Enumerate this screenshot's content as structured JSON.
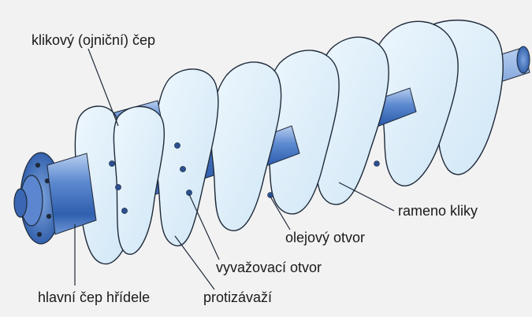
{
  "labels": {
    "crankpin": "klikový (ojniční) čep",
    "crank_arm": "rameno kliky",
    "oil_hole": "olejový otvor",
    "balance_hole": "vyvažovací otvor",
    "main_journal": "hlavní čep hřídele",
    "counterweight": "protizávaží"
  },
  "colors": {
    "background": "#f2f2f2",
    "web_face": "#dceefa",
    "journal_blue": "#4a79c0",
    "outline": "#1f2a3a"
  }
}
